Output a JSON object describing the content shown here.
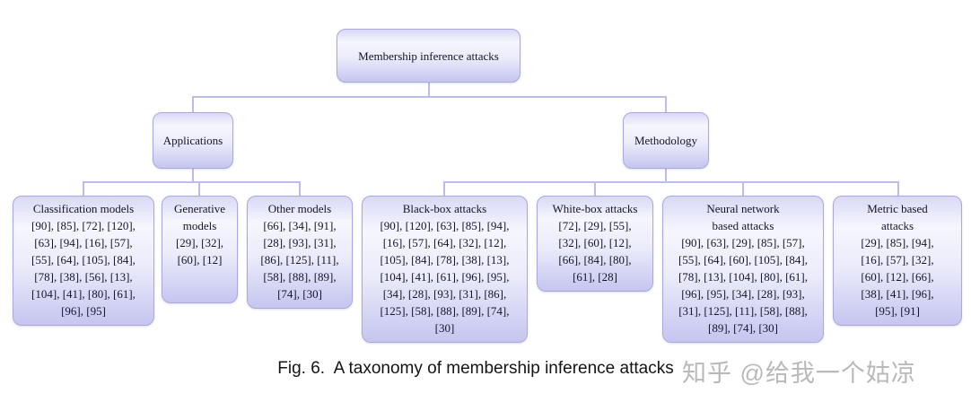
{
  "diagram": {
    "root": {
      "label": "Membership inference attacks"
    },
    "branches": [
      {
        "label": "Applications"
      },
      {
        "label": "Methodology"
      }
    ],
    "leaves": [
      {
        "title": "Classification models",
        "refs": "[90], [85], [72], [120], [63], [94], [16], [57], [55], [64], [105], [84], [78], [38], [56], [13], [104], [41], [80], [61], [96], [95]"
      },
      {
        "title": "Generative models",
        "refs": "[29], [32], [60], [12]"
      },
      {
        "title": "Other models",
        "refs": "[66], [34], [91], [28], [93], [31], [86], [125], [11], [58], [88], [89], [74], [30]"
      },
      {
        "title": "Black-box attacks",
        "refs": "[90], [120], [63], [85], [94], [16], [57], [64], [32], [12], [105], [84], [78], [38], [13], [104], [41], [61], [96], [95], [34], [28], [93], [31], [86], [125], [58], [88], [89], [74], [30]"
      },
      {
        "title": "White-box attacks",
        "refs": "[72], [29], [55], [32], [60], [12], [66], [84], [80], [61], [28]"
      },
      {
        "title": "Neural network based attacks",
        "refs": "[90], [63], [29], [85], [57], [55], [64], [60], [105], [84], [78], [13], [104], [80], [61], [96], [95], [34], [28], [93], [31], [125], [11], [58], [88], [89], [74], [30]"
      },
      {
        "title": "Metric based attacks",
        "refs": "[29], [85], [94], [16], [57], [32], [60], [12], [66], [38], [41], [96], [95], [91]"
      }
    ]
  },
  "caption": {
    "text": "Fig. 6.  A taxonomy of membership inference attacks"
  },
  "watermark": {
    "text": "知乎 @给我一个姑凉"
  },
  "colors": {
    "box_border": "#a9a9de",
    "box_fill_bottom": "#c5c5f0",
    "box_fill_top": "#d9d9f6",
    "connector": "#bcbcea",
    "text": "#15152a",
    "watermark": "#8a8a8e"
  }
}
